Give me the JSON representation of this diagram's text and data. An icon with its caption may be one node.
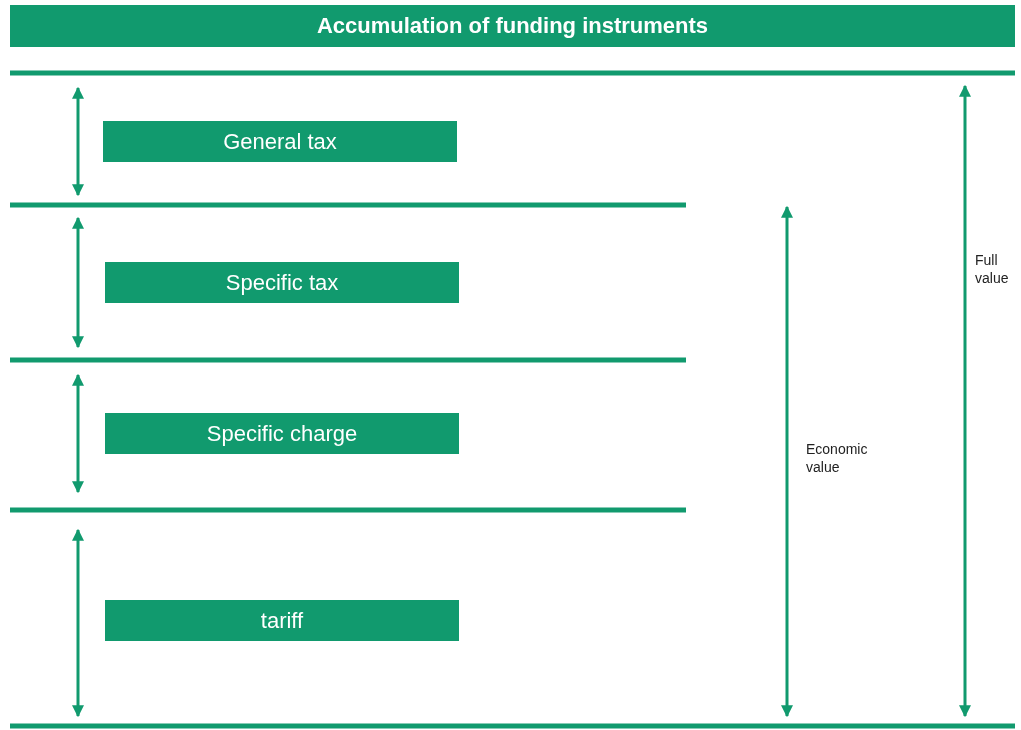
{
  "diagram": {
    "title": "Accumulation of funding instruments",
    "nodes": [
      {
        "text": [
          "General tax"
        ]
      },
      {
        "text": [
          "Specific tax"
        ]
      },
      {
        "text": [
          "Specific charge"
        ]
      },
      {
        "text": [
          "tariff"
        ]
      }
    ],
    "labels": [
      "Full value",
      "Economic value"
    ]
  }
}
